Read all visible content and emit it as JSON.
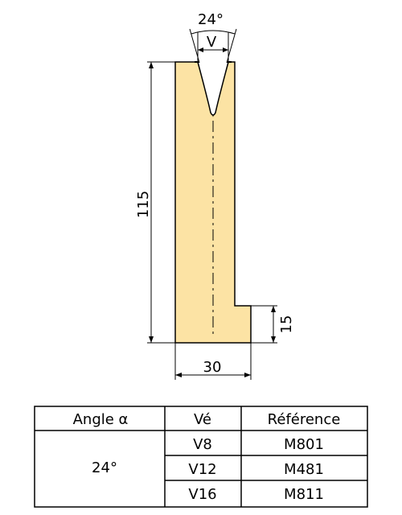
{
  "colors": {
    "die_fill": "#fce3a4",
    "stroke": "#000000",
    "background": "#ffffff"
  },
  "drawing": {
    "angle_dim": "24°",
    "v_dim": "V",
    "height_dim": "115",
    "step_dim": "15",
    "width_dim": "30"
  },
  "table": {
    "headers": [
      "Angle α",
      "Vé",
      "Référence"
    ],
    "angle_value": "24°",
    "rows": [
      {
        "ve": "V8",
        "ref": "M801"
      },
      {
        "ve": "V12",
        "ref": "M481"
      },
      {
        "ve": "V16",
        "ref": "M811"
      }
    ]
  }
}
